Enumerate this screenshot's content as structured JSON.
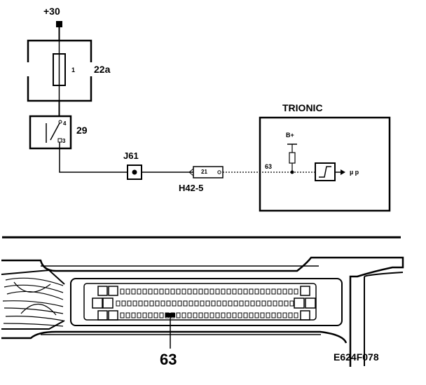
{
  "supply": {
    "label": "+30"
  },
  "fuse": {
    "pin": "1",
    "label": "22a"
  },
  "relay": {
    "pin_top": "4",
    "pin_bottom": "3",
    "label": "29"
  },
  "junction": {
    "label": "J61"
  },
  "connector": {
    "pin": "21",
    "label": "H42-5"
  },
  "ecu": {
    "title": "TRIONIC",
    "wire_number": "63",
    "bplus": "B+",
    "output": "µ p"
  },
  "ecu_connector": {
    "pin_callout": "63"
  },
  "figure_code": "E624F078"
}
